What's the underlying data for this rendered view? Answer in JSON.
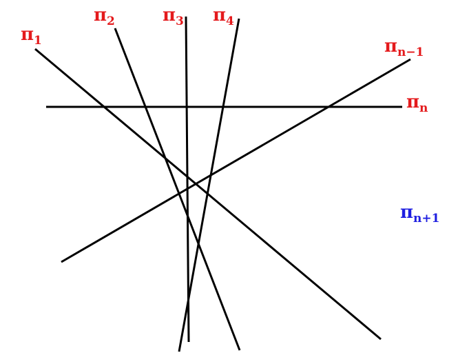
{
  "colors": {
    "line": "#000000",
    "label_red": "#e41a1c",
    "label_blue": "#1f1fe0",
    "background": "#ffffff"
  },
  "labels": {
    "pi1": {
      "symbol": "π",
      "sub": "1"
    },
    "pi2": {
      "symbol": "π",
      "sub": "2"
    },
    "pi3": {
      "symbol": "π",
      "sub": "3"
    },
    "pi4": {
      "symbol": "π",
      "sub": "4"
    },
    "pi_n_minus_1": {
      "symbol": "π",
      "sub": "n−1"
    },
    "pi_n": {
      "symbol": "π",
      "sub": "n"
    },
    "pi_n_plus_1": {
      "symbol": "π",
      "sub": "n+1"
    }
  }
}
